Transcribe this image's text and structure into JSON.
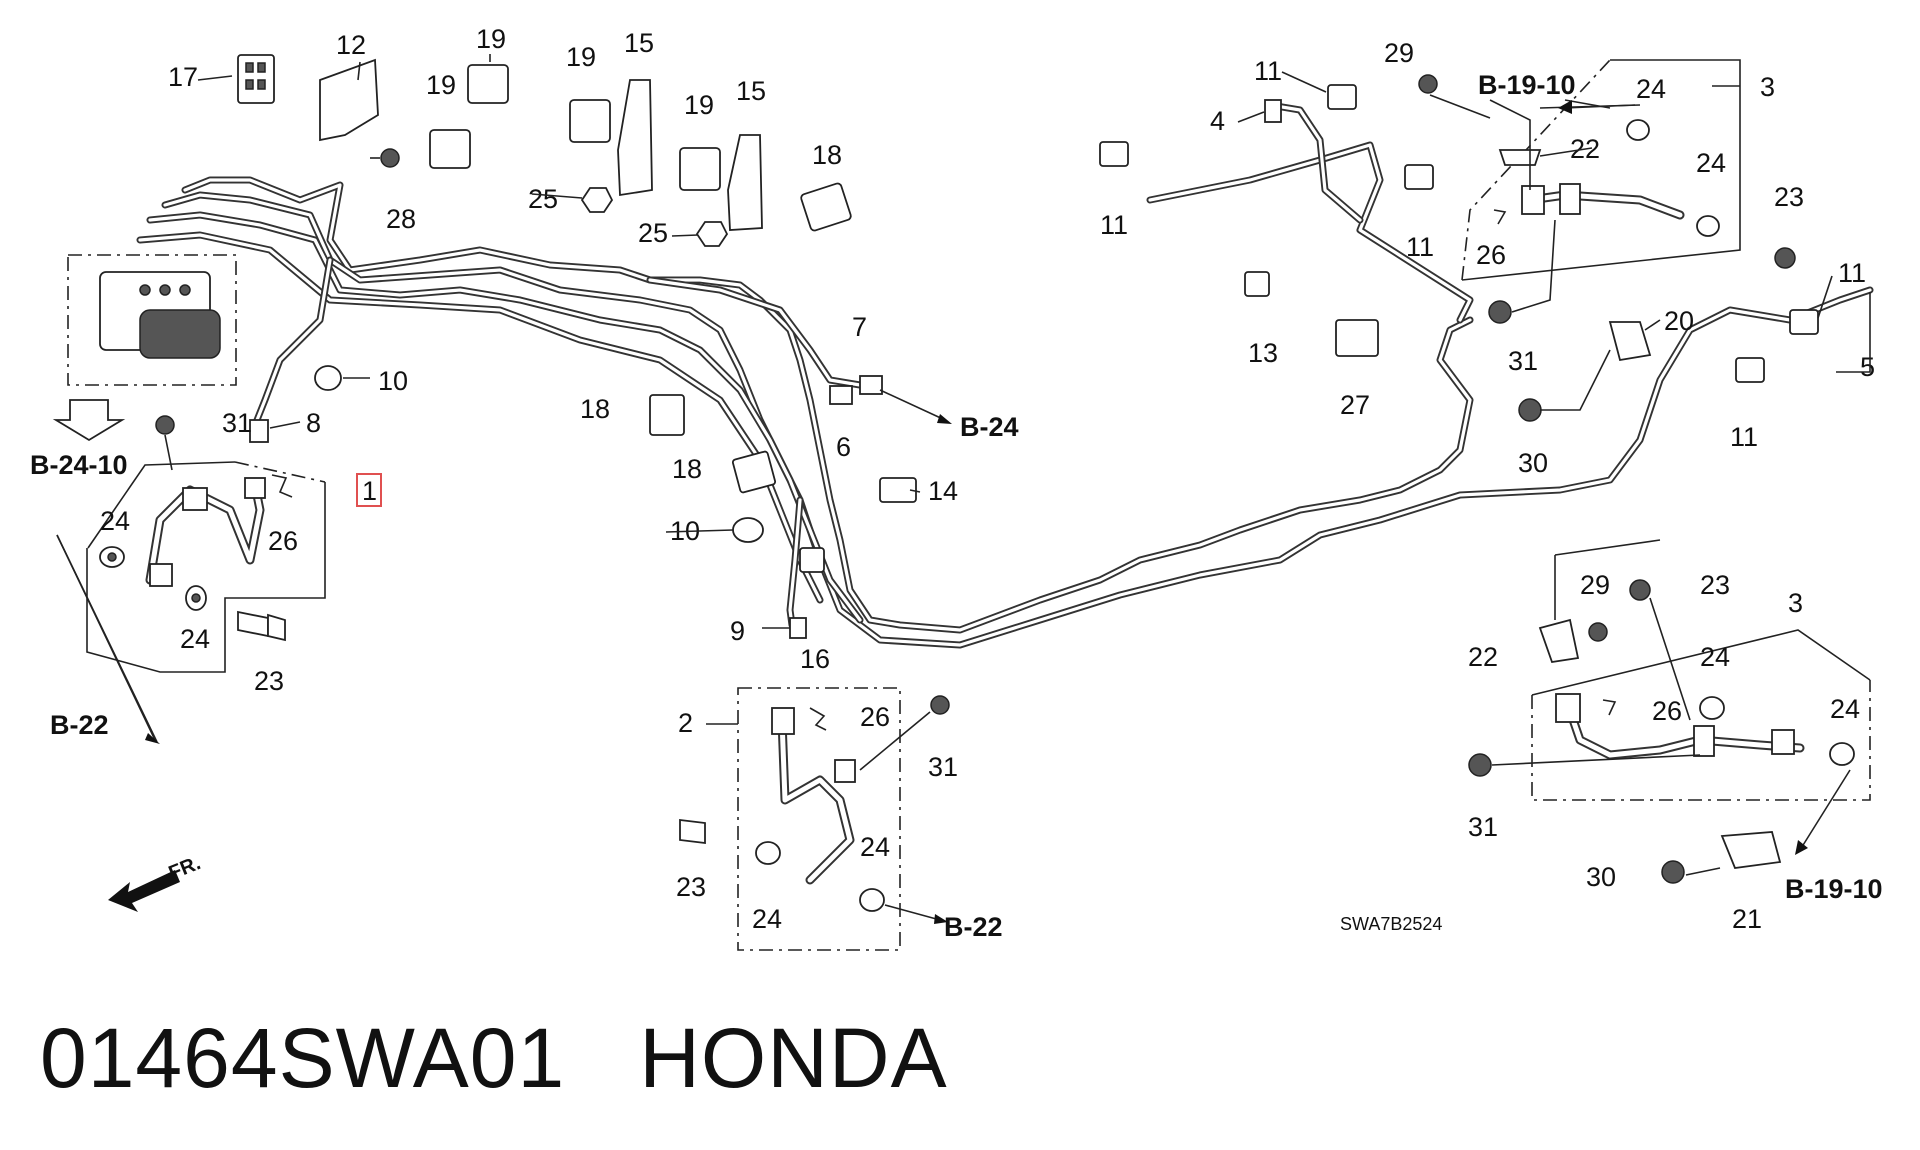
{
  "labels": {
    "p1": "1",
    "p2": "2",
    "p3a": "3",
    "p3b": "3",
    "p4": "4",
    "p5": "5",
    "p6": "6",
    "p7": "7",
    "p8": "8",
    "p9": "9",
    "p10a": "10",
    "p10b": "10",
    "p11a": "11",
    "p11b": "11",
    "p11c": "11",
    "p11d": "11",
    "p11e": "11",
    "p12": "12",
    "p13": "13",
    "p14": "14",
    "p15a": "15",
    "p15b": "15",
    "p16": "16",
    "p17": "17",
    "p18a": "18",
    "p18b": "18",
    "p18c": "18",
    "p19a": "19",
    "p19b": "19",
    "p19c": "19",
    "p19d": "19",
    "p20": "20",
    "p21": "21",
    "p22a": "22",
    "p22b": "22",
    "p23a": "23",
    "p23b": "23",
    "p23c": "23",
    "p23d": "23",
    "p24a": "24",
    "p24b": "24",
    "p24c": "24",
    "p24d": "24",
    "p24e": "24",
    "p24f": "24",
    "p24g": "24",
    "p24h": "24",
    "p25a": "25",
    "p25b": "25",
    "p26a": "26",
    "p26b": "26",
    "p26c": "26",
    "p26d": "26",
    "p27": "27",
    "p28": "28",
    "p29a": "29",
    "p29b": "29",
    "p30a": "30",
    "p30b": "30",
    "p31a": "31",
    "p31b": "31",
    "p31c": "31",
    "p31d": "31"
  },
  "references": {
    "b24_10": "B-24-10",
    "b22_left": "B-22",
    "b22_bottom": "B-22",
    "b24": "B-24",
    "b19_10_top": "B-19-10",
    "b19_10_bottom": "B-19-10"
  },
  "front_arrow": "FR.",
  "drawing_code": "SWA7B2524",
  "footer": {
    "part_number": "01464SWA01",
    "brand": "HONDA"
  },
  "highlight_color": "#e05050"
}
